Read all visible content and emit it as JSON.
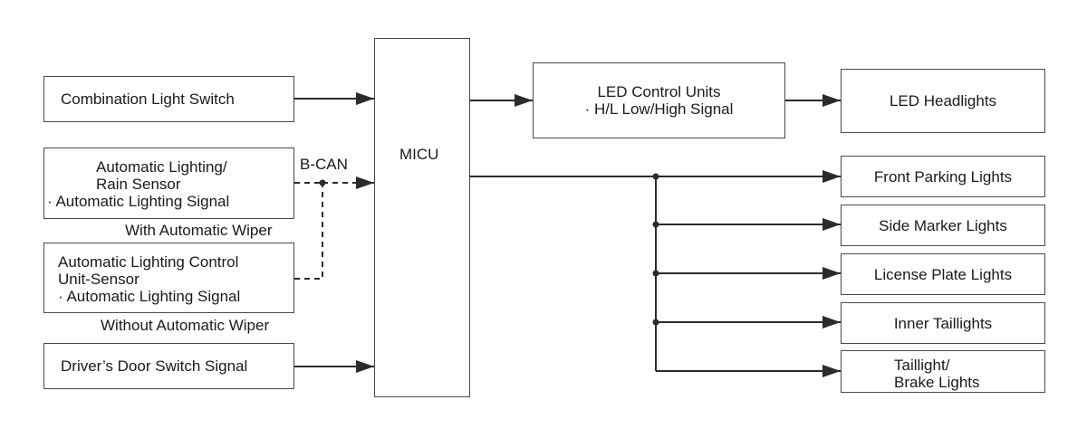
{
  "inputs": {
    "combination_light_switch": "Combination Light Switch",
    "auto_rain_sensor": {
      "line1": "Automatic Lighting/",
      "line2": "Rain Sensor",
      "line3": "· Automatic Lighting Signal"
    },
    "auto_control_unit": {
      "line1": "Automatic Lighting Control",
      "line2": "Unit-Sensor",
      "line3": "· Automatic Lighting Signal"
    },
    "drivers_door_switch": "Driver’s Door Switch Signal"
  },
  "labels": {
    "bcan": "B-CAN",
    "with_wiper": "With Automatic Wiper",
    "without_wiper": "Without Automatic Wiper"
  },
  "micu": "MICU",
  "led_control": {
    "line1": "LED Control Units",
    "line2": "· H/L Low/High Signal"
  },
  "outputs": {
    "led_headlights": "LED Headlights",
    "front_parking": "Front Parking Lights",
    "side_marker": "Side Marker Lights",
    "license_plate": "License Plate Lights",
    "inner_taillights": "Inner Taillights",
    "taillight_brake": {
      "line1": "Taillight/",
      "line2": "Brake Lights"
    }
  }
}
